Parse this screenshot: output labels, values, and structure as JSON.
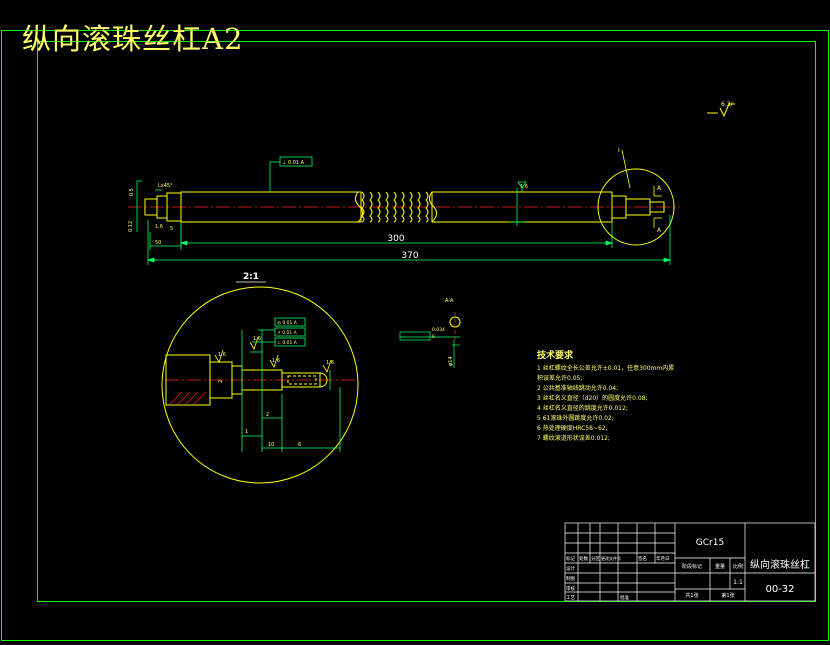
{
  "drawing": {
    "title": "纵向滚珠丝杠A2",
    "part_name": "纵向滚珠丝杠",
    "drawing_number": "00-32",
    "material": "GCr15",
    "scale": "1:1",
    "surface_mark": "6.3/",
    "colors": {
      "frame": "#00ff00",
      "outline": "#ffff00",
      "dimension": "#00ff66",
      "text": "#ffff66",
      "hatch": "#ff2020",
      "white": "#ffffff"
    }
  },
  "main_view": {
    "overall_length": "370",
    "thread_length": "300",
    "datum_flag": "A",
    "section_label_a": "A",
    "detail_label": "I",
    "left_dims": [
      "0.5",
      "0.12",
      "1.6",
      "5",
      "Lx45°",
      "50"
    ],
    "tol_box": "⊥ 0.01 A"
  },
  "detail_view": {
    "scale_label": "2:1",
    "dims": [
      "1.6",
      "2",
      "1",
      "2",
      "10",
      "6",
      "1.6",
      "1.6",
      "1.6"
    ],
    "tol_boxes": [
      "◎ 0.01 A",
      "↗ 0.01 A",
      "⊥ 0.01 A"
    ]
  },
  "section_view": {
    "label": "A-A",
    "dims": [
      "0.034",
      "6",
      "φ14"
    ]
  },
  "tech_req": {
    "heading": "技术要求",
    "items": [
      "1  丝杠螺纹全长公差允许±0.01，任意300mm内累",
      "   积误差允许0.05;",
      "2  公共基准轴线跳动允许0.04;",
      "3  丝杠名义直径（d20）的圆度允许0.08;",
      "4  丝杠名义直径的跳度允许0.012;",
      "5  61滚珠外圆跳度允许0.02;",
      "6  热处理硬度HRC58~62;",
      "7  螺纹滚道形状误差0.012;"
    ]
  },
  "title_block": {
    "row_labels": [
      "标记",
      "设计",
      "制图",
      "审核",
      "工艺"
    ],
    "col_labels": [
      "处数",
      "分区",
      "更改文件号",
      "签名",
      "年月日"
    ],
    "stage_labels": [
      "阶段标记",
      "重量",
      "比例"
    ],
    "sheet_total": "共1张",
    "sheet_no": "第1张",
    "approve": "批准"
  }
}
